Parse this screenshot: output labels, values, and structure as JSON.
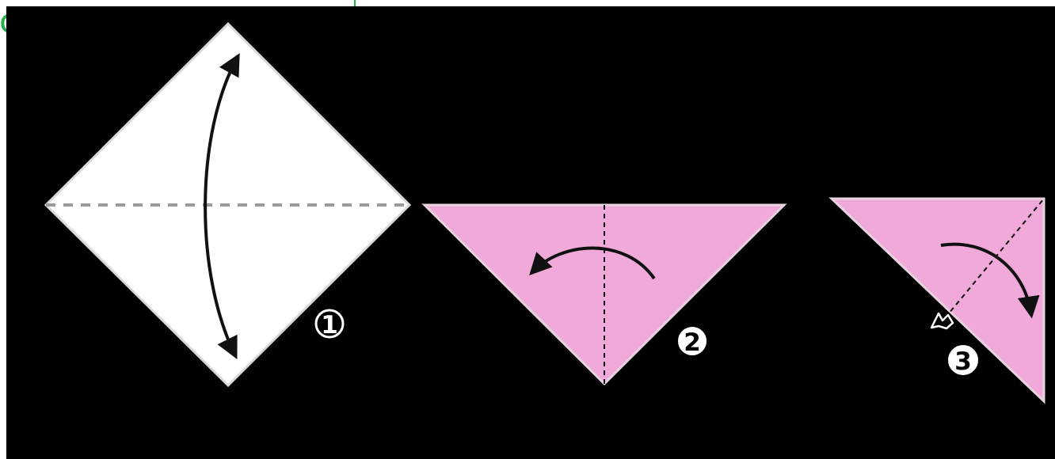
{
  "header": {
    "glyph": "c"
  },
  "colors": {
    "accent_text": "#21b24b",
    "page_background": "#ffffff",
    "diagram_background": "#000000",
    "paper_white": "#ffffff",
    "paper_pink": "#f0a9d8",
    "line": "#111111"
  },
  "steps": [
    {
      "number": "1"
    },
    {
      "number": "2"
    },
    {
      "number": "3"
    }
  ]
}
